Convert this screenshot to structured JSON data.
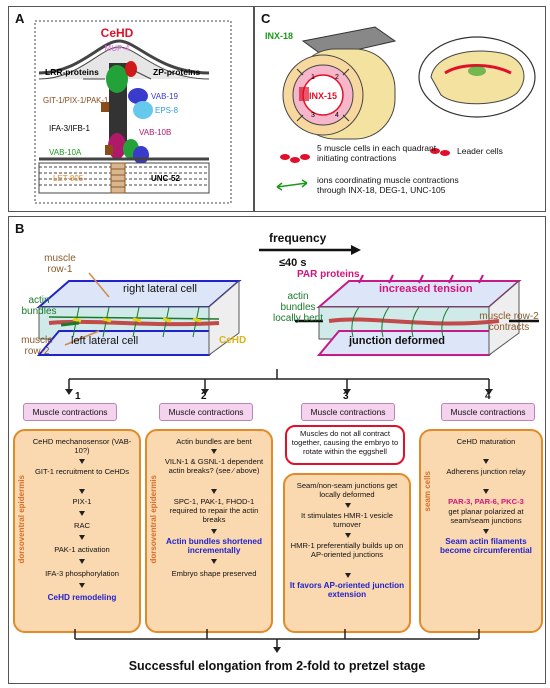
{
  "panels": {
    "a": "A",
    "b": "B",
    "c": "C"
  },
  "panel_a": {
    "cehd": "CeHD",
    "mup4": "MUP-4",
    "lrr": "LRR-proteins",
    "zp": "ZP-proteins",
    "git": "GIT-1/PIX-1/PAK-1",
    "vab19": "VAB-19",
    "eps8": "EPS-8",
    "ifa": "IFA-3/IFB-1",
    "vab10b": "VAB-10B",
    "vab10a": "VAB-10A",
    "let805": "LET-805",
    "unc52": "UNC-52"
  },
  "panel_c": {
    "inx18": "INX-18",
    "inx15": "INX-15",
    "quadrants": [
      "1",
      "2",
      "3",
      "4"
    ],
    "legend1": "5 muscle cells in each quadrant initiating contractions",
    "legend2": "Leader cells",
    "legend3": "ions coordinating muscle contractions through INX-18, DEG-1, UNC-105"
  },
  "panel_b": {
    "frequency": "frequency",
    "freq_value": "≤40 s",
    "left_block": {
      "right_cell": "right lateral cell",
      "left_cell": "left lateral cell",
      "muscle_row1": "muscle row-1",
      "actin_bundles": "actin bundles",
      "muscle_row2": "muscle row-2",
      "cehd": "CeHD"
    },
    "right_block": {
      "par": "PAR proteins",
      "tension": "increased tension",
      "actin_bent": "actin bundles locally bent",
      "deformed": "junction deformed",
      "muscle_row2": "muscle row-2 contracts"
    },
    "columns": [
      {
        "num": "1",
        "head": "Muscle contractions",
        "side": "dorsoventral epidermis",
        "steps": [
          "CeHD mechanosensor (VAB-10?)",
          "GIT-1 recruitment to CeHDs",
          "PIX-1",
          "RAC",
          "PAK-1 activation",
          "IFA-3 phosphorylation"
        ],
        "result": "CeHD remodeling"
      },
      {
        "num": "2",
        "head": "Muscle contractions",
        "side": "dorsoventral epidermis",
        "steps": [
          "Actin bundles are bent",
          "VILN-1 & GSNL-1 dependent actin breaks? (see ⁄ above)",
          "SPC-1, PAK-1, FHOD-1 required to repair the actin breaks"
        ],
        "result": "Actin bundles shortened incrementally",
        "final": "Embryo shape preserved"
      },
      {
        "num": "3",
        "head": "Muscle contractions",
        "callout": "Muscles do not all contract together, causing the embryo to rotate within the eggshell",
        "steps": [
          "Seam/non-seam junctions get locally deformed",
          "It stimulates HMR-1 vesicle turnover",
          "HMR-1 preferentially builds up on AP-oriented junctions"
        ],
        "result": "It favors AP-oriented junction extension"
      },
      {
        "num": "4",
        "head": "Muscle contractions",
        "side": "seam cells",
        "steps": [
          "CeHD maturation",
          "Adherens junction relay"
        ],
        "par_text": "PAR-3, PAR-6, PKC-3",
        "par_rest": "get planar polarized at seam/seam junctions",
        "result": "Seam actin filaments become circumferential"
      }
    ],
    "footer": "Successful elongation from 2-fold to pretzel stage"
  },
  "colors": {
    "red": "#e0102a",
    "green": "#1a9a1a",
    "blue": "#2222cc",
    "magenta": "#d4147a",
    "orange": "#e08a2a",
    "peach": "#fbd9b0",
    "pink": "#f5d3ee"
  }
}
